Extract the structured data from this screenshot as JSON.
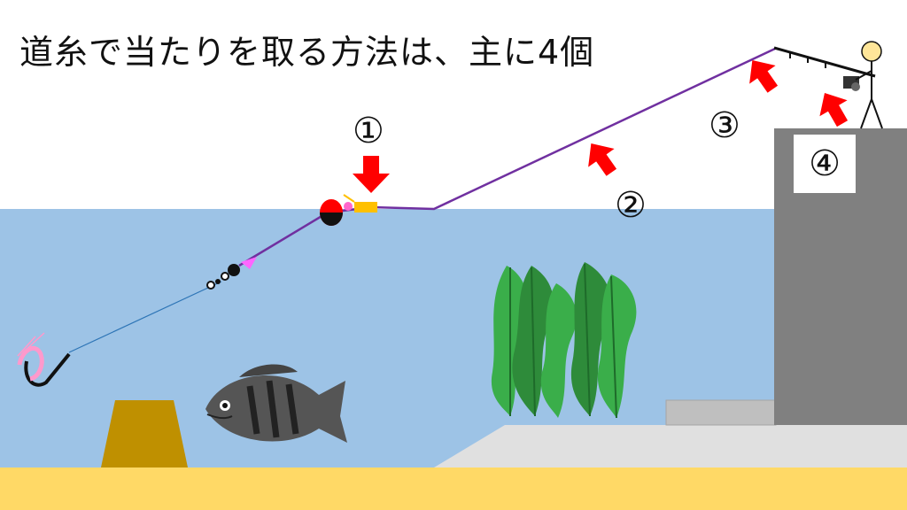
{
  "title": "道糸で当たりを取る方法は、主に4個",
  "labels": {
    "one": "①",
    "two": "②",
    "three": "③",
    "four": "④"
  },
  "colors": {
    "sky": "#ffffff",
    "water": "#9dc3e6",
    "sand": "#ffd966",
    "seabed": "#e0e0e0",
    "pier": "#808080",
    "line": "#7030a0",
    "leader": "#2e75b6",
    "arrow": "#ff0000",
    "seaweed": "#2e9e3e"
  },
  "icons": [
    "float-icon",
    "swivel-icon",
    "sinker-icon",
    "hook-icon",
    "shrimp-bait-icon",
    "fish-icon",
    "seaweed-icon",
    "rod-icon",
    "reel-icon",
    "angler-icon",
    "arrow-up-icon",
    "arrow-down-icon"
  ]
}
